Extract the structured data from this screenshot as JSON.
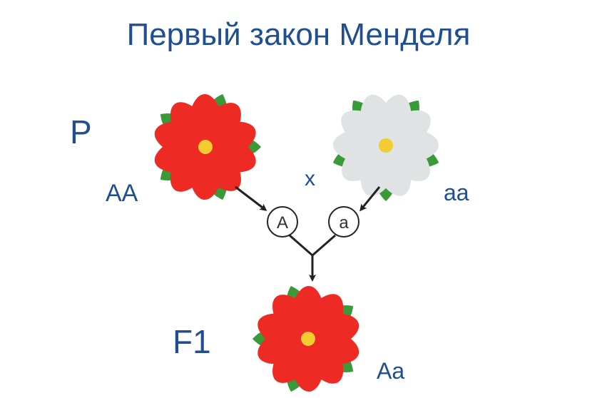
{
  "title": "Первый закон Менделя",
  "labels": {
    "parent_generation": "P",
    "parent1_genotype": "AA",
    "cross_sign": "x",
    "parent2_genotype": "aa",
    "offspring_generation": "F1",
    "offspring_genotype": "Aa"
  },
  "gametes": {
    "parent1": "A",
    "parent2": "a"
  },
  "colors": {
    "title_text": "#1f4e91",
    "red_petal": "#ee2a24",
    "white_petal": "#dfe3e3",
    "leaf": "#3a9a3a",
    "flower_center": "#f2cc30",
    "arrow": "#222222"
  }
}
